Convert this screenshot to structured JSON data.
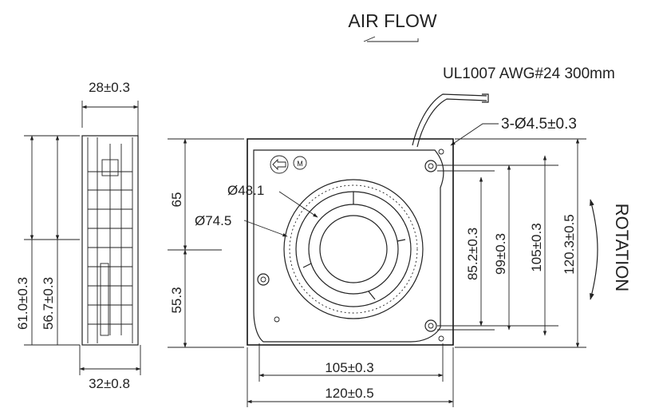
{
  "airflow": {
    "label": "AIR FLOW"
  },
  "cable": {
    "label": "UL1007 AWG#24 300mm"
  },
  "holes": {
    "label": "3-Ø4.5±0.3"
  },
  "rotation": {
    "label": "ROTATION"
  },
  "diameters": {
    "inner": "Ø48.1",
    "outer": "Ø74.5"
  },
  "side_view": {
    "thickness_top": "28±0.3",
    "thickness_bottom": "32±0.8",
    "height_outer": "61.0±0.3",
    "height_inner": "56.7±0.3"
  },
  "front_view": {
    "upper_offset": "65",
    "lower_offset": "55.3",
    "width_holes": "105±0.3",
    "width_total": "120±0.5",
    "v_hole_852": "85.2±0.3",
    "v_hole_99": "99±0.3",
    "v_hole_105": "105±0.3",
    "v_total": "120.3±0.5"
  },
  "icons": [
    "airflow-arrow-icon",
    "rotation-arrow-icon",
    "direction-arrow-icon",
    "ul-mark-icon"
  ]
}
